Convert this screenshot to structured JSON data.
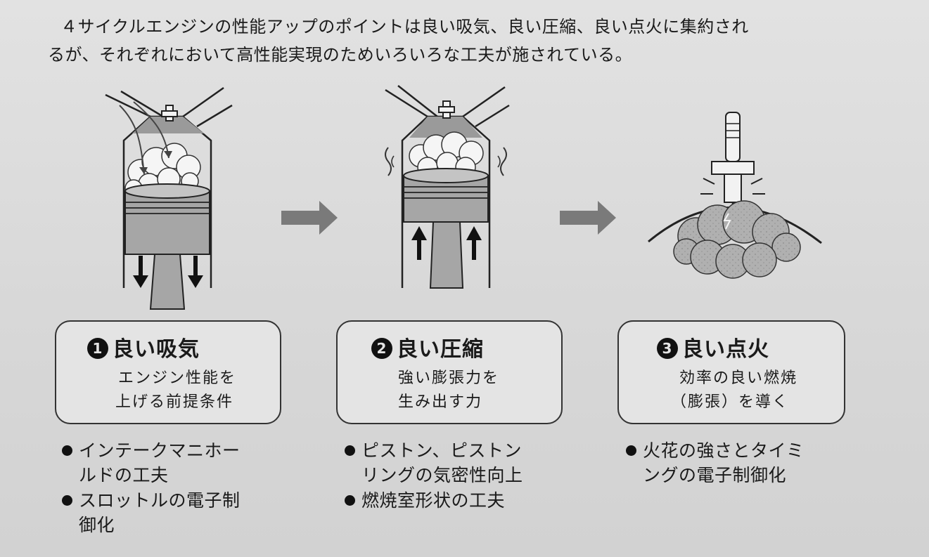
{
  "intro": {
    "line1": "４サイクルエンジンの性能アップのポイントは良い吸気、良い圧縮、良い点火に集約され",
    "line2": "るが、それぞれにおいて高性能実現のためいろいろな工夫が施されている。"
  },
  "stages": [
    {
      "number": "1",
      "title": "良い吸気",
      "desc_line1": "エンジン性能を",
      "desc_line2": "上げる前提条件",
      "bullets": [
        {
          "line1": "インテークマニホー",
          "line2": "ルドの工夫"
        },
        {
          "line1": "スロットルの電子制",
          "line2": "御化"
        }
      ]
    },
    {
      "number": "2",
      "title": "良い圧縮",
      "desc_line1": "強い膨張力を",
      "desc_line2": "生み出す力",
      "bullets": [
        {
          "line1": "ピストン、ピストン",
          "line2": "リングの気密性向上"
        },
        {
          "line1": "燃焼室形状の工夫",
          "line2": ""
        }
      ]
    },
    {
      "number": "3",
      "title": "良い点火",
      "desc_line1": "効率の良い燃焼",
      "desc_line2": "（膨張）を導く",
      "bullets": [
        {
          "line1": "火花の強さとタイミ",
          "line2": "ングの電子制御化"
        }
      ]
    }
  ],
  "colors": {
    "ink": "#1a1a1a",
    "piston_gray": "#a6a6a6",
    "arrow_gray": "#7a7a7a",
    "background": "#dcdcdc"
  }
}
